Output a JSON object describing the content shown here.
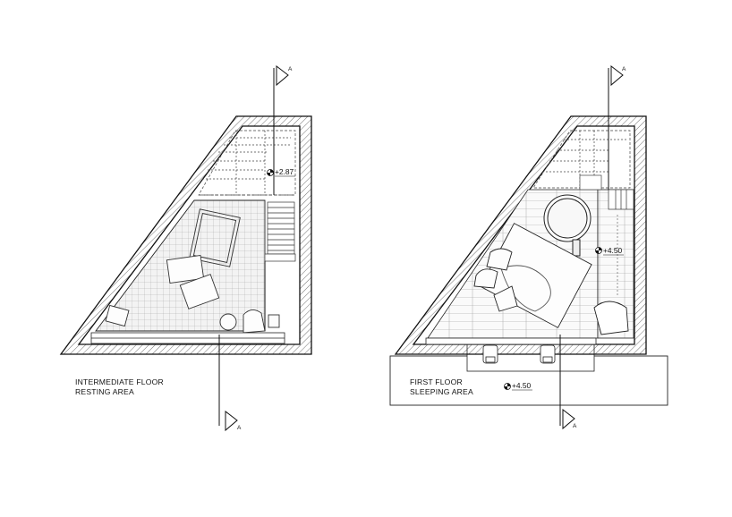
{
  "intermediate_floor": {
    "title_line1": "INTERMEDIATE FLOOR",
    "title_line2": "RESTING AREA",
    "level": "+2.87",
    "section_top": "A",
    "section_bottom": "A"
  },
  "first_floor": {
    "title_line1": "FIRST FLOOR",
    "title_line2": "SLEEPING AREA",
    "level_plan": "+4.50",
    "level_note": "+4.50",
    "section_top": "A",
    "section_bottom": "A"
  }
}
